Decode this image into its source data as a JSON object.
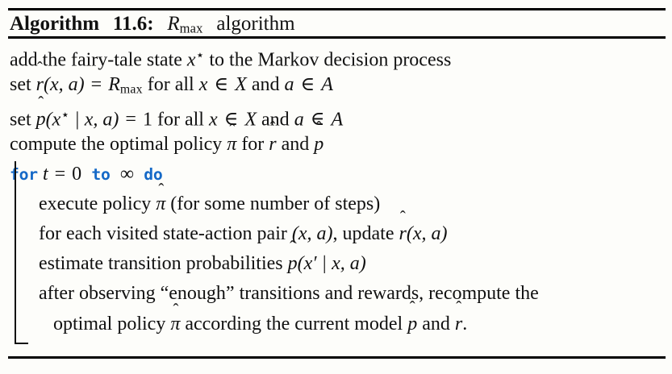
{
  "document": {
    "kind": "algorithm-float",
    "background_color": "#fdfdfa",
    "rule_color": "#000000",
    "keyword_color": "#1569c7"
  },
  "title": {
    "label": "Algorithm",
    "number": "11.6:",
    "name_symbol": "R",
    "name_subscript": "max",
    "name_suffix": "algorithm"
  },
  "body": {
    "line1": {
      "pre": "add the fairy-tale state",
      "var": "x",
      "star": "⋆",
      "post": "to the Markov decision process"
    },
    "line2": {
      "pre": "set",
      "hat_r": "r",
      "args": "(x, a)",
      "eq": "=",
      "rmax": "R",
      "rmax_sub": "max",
      "mid": "for all",
      "x": "x",
      "in1": "∈",
      "X": "X",
      "and": "and",
      "a": "a",
      "in2": "∈",
      "A": "A"
    },
    "line3": {
      "pre": "set",
      "hat_p": "p",
      "open": "(",
      "xstar_var": "x",
      "xstar_star": "⋆",
      "bar": "|",
      "args": "x, a",
      "close": ")",
      "eq": "=",
      "one": "1",
      "mid": "for all",
      "x": "x",
      "in1": "∈",
      "X": "X",
      "and": "and",
      "a": "a",
      "in2": "∈",
      "A": "A"
    },
    "line4": {
      "pre": "compute the optimal policy",
      "hat_pi": "π",
      "mid": "for",
      "hat_r": "r",
      "and": "and",
      "hat_p": "p"
    },
    "line5": {
      "for": "for",
      "t": "t",
      "eq": "=",
      "zero": "0",
      "to": "to",
      "infinity": "∞",
      "do": "do"
    },
    "line6": {
      "pre": "execute policy",
      "hat_pi": "π",
      "post": "(for some number of steps)"
    },
    "line7": {
      "pre": "for each visited state-action pair",
      "pair": "(x, a)",
      "mid": ", update",
      "hat_r": "r",
      "args": "(x, a)"
    },
    "line8": {
      "pre": "estimate transition probabilities",
      "hat_p": "p",
      "open": "(",
      "xprime": "x",
      "prime": "′",
      "bar": "|",
      "args": "x, a",
      "close": ")"
    },
    "line9": {
      "text": "after observing “enough” transitions and rewards, recompute the"
    },
    "line10": {
      "pre": "optimal policy",
      "hat_pi": "π",
      "mid": "according the current model",
      "hat_p": "p",
      "and": "and",
      "hat_r": "r",
      "period": "."
    }
  }
}
